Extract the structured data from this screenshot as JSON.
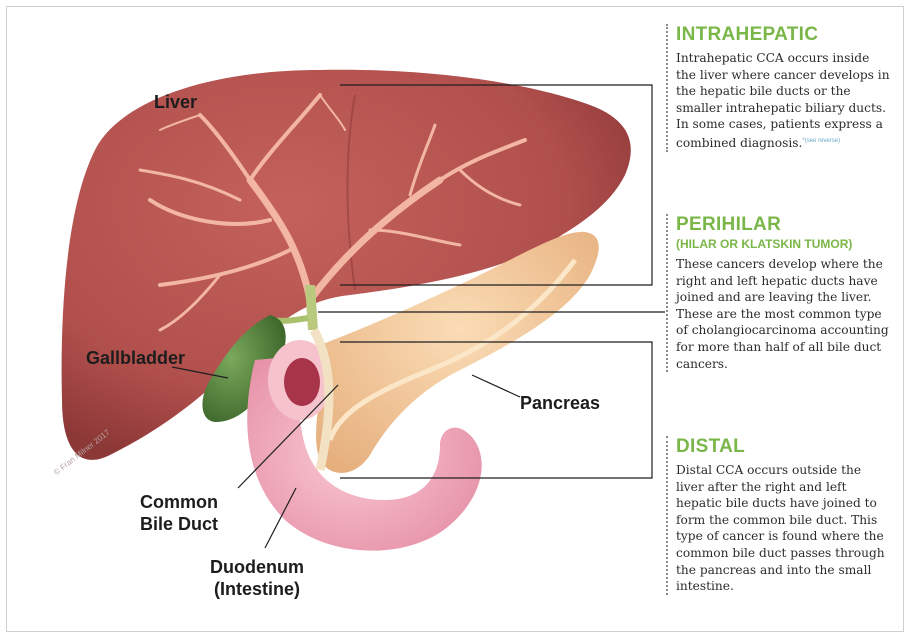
{
  "labels": {
    "liver": "Liver",
    "gallbladder": "Gallbladder",
    "pancreas": "Pancreas",
    "common_bile_duct_1": "Common",
    "common_bile_duct_2": "Bile Duct",
    "duodenum_1": "Duodenum",
    "duodenum_2": "(Intestine)",
    "copyright": "© Fran Milner 2017"
  },
  "panels": {
    "intrahepatic": {
      "title": "INTRAHEPATIC",
      "body": "Intrahepatic CCA occurs inside the liver where cancer develops in the hepatic bile ducts or the smaller intrahepatic biliary ducts. In some cases, patients express a combined diagnosis.",
      "note": "*(see reverse)"
    },
    "perihilar": {
      "title": "PERIHILAR",
      "subtitle": "(HILAR OR KLATSKIN TUMOR)",
      "body": "These cancers develop where the right and left hepatic ducts have joined and are leaving the liver. These are the most common type of cholangiocarcinoma accounting for more than half of all bile duct cancers."
    },
    "distal": {
      "title": "DISTAL",
      "body": "Distal CCA occurs outside the liver after the right and left hepatic bile ducts have joined to form the common bile duct. This type of cancer is found where the common bile duct passes through the pancreas and into the small intestine."
    }
  },
  "colors": {
    "liver": "#b5524f",
    "liver_dark": "#8e3a39",
    "duct": "#f0b9a6",
    "gallbladder": "#4e7a3a",
    "pancreas": "#f2c99a",
    "duodenum": "#f2a7bb",
    "accent_green": "#7ab648"
  }
}
